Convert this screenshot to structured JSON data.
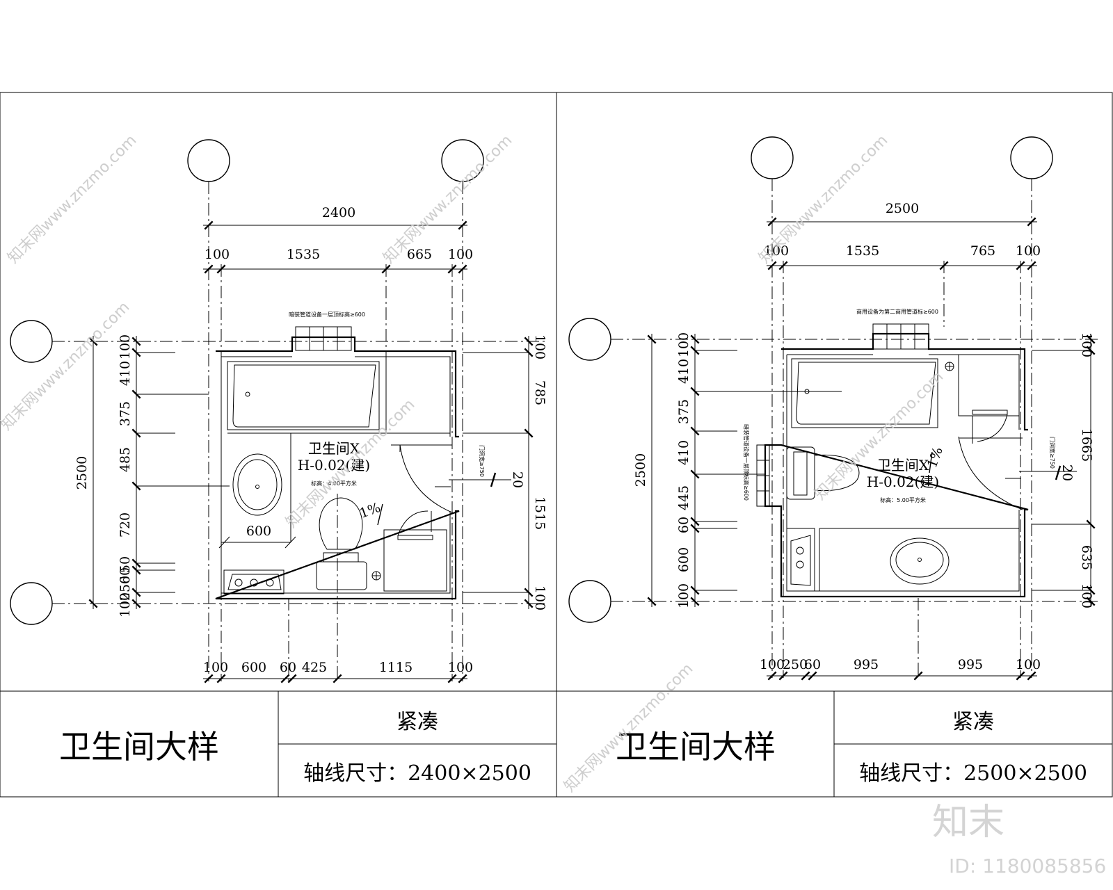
{
  "watermark": {
    "site": "知末网www.znzmo.com",
    "brand": "知末",
    "id_label": "ID: 1180085856"
  },
  "left": {
    "title": "卫生间大样",
    "subtitle": "紧凑",
    "axis_size": "轴线尺寸：2400×2500",
    "room_name": "卫生间X",
    "room_level": "H-0.02(建)",
    "room_note": "标高：4.00平方米",
    "slope": "1%",
    "vent_note": "暗装管道设备一层顶标高≥600",
    "door_note": "门洞宽≥750",
    "top_dims": {
      "overall": "2400",
      "d1": "100",
      "d2": "1535",
      "d3": "665",
      "d4": "100"
    },
    "bottom_dims": {
      "d1": "100",
      "d2": "600",
      "d3": "60",
      "d4": "425",
      "d5": "1115",
      "d6": "100"
    },
    "left_dims": {
      "overall": "2500",
      "d1": "100",
      "d2": "410",
      "d3": "375",
      "d4": "485",
      "d5": "720",
      "d6": "60",
      "d7": "50",
      "d8": "100",
      "d9": "250"
    },
    "right_dims": {
      "d1": "100",
      "d2": "785",
      "d3": "20",
      "d4": "1515",
      "d5": "100"
    },
    "basin_label": "600"
  },
  "right": {
    "title": "卫生间大样",
    "subtitle": "紧凑",
    "axis_size": "轴线尺寸：2500×2500",
    "room_name": "卫生间X",
    "room_level": "H-0.02(建)",
    "room_note": "标高：5.00平方米",
    "slope": "1%",
    "vent_note": "商用设备为第二商用管道标≥600",
    "side_note": "暗装管道设备一层顶标高≥600",
    "door_note": "门洞宽≥750",
    "top_dims": {
      "overall": "2500",
      "d1": "100",
      "d2": "1535",
      "d3": "765",
      "d4": "100"
    },
    "bottom_dims": {
      "d1": "100",
      "d2": "250",
      "d3": "60",
      "d4": "995",
      "d5": "995",
      "d6": "100"
    },
    "left_dims": {
      "overall": "2500",
      "d1": "100",
      "d2": "410",
      "d3": "375",
      "d4": "410",
      "d5": "445",
      "d6": "60",
      "d7": "600",
      "d8": "100"
    },
    "right_dims": {
      "d1": "100",
      "d2": "1665",
      "d3": "20",
      "d4": "635",
      "d5": "100"
    }
  }
}
